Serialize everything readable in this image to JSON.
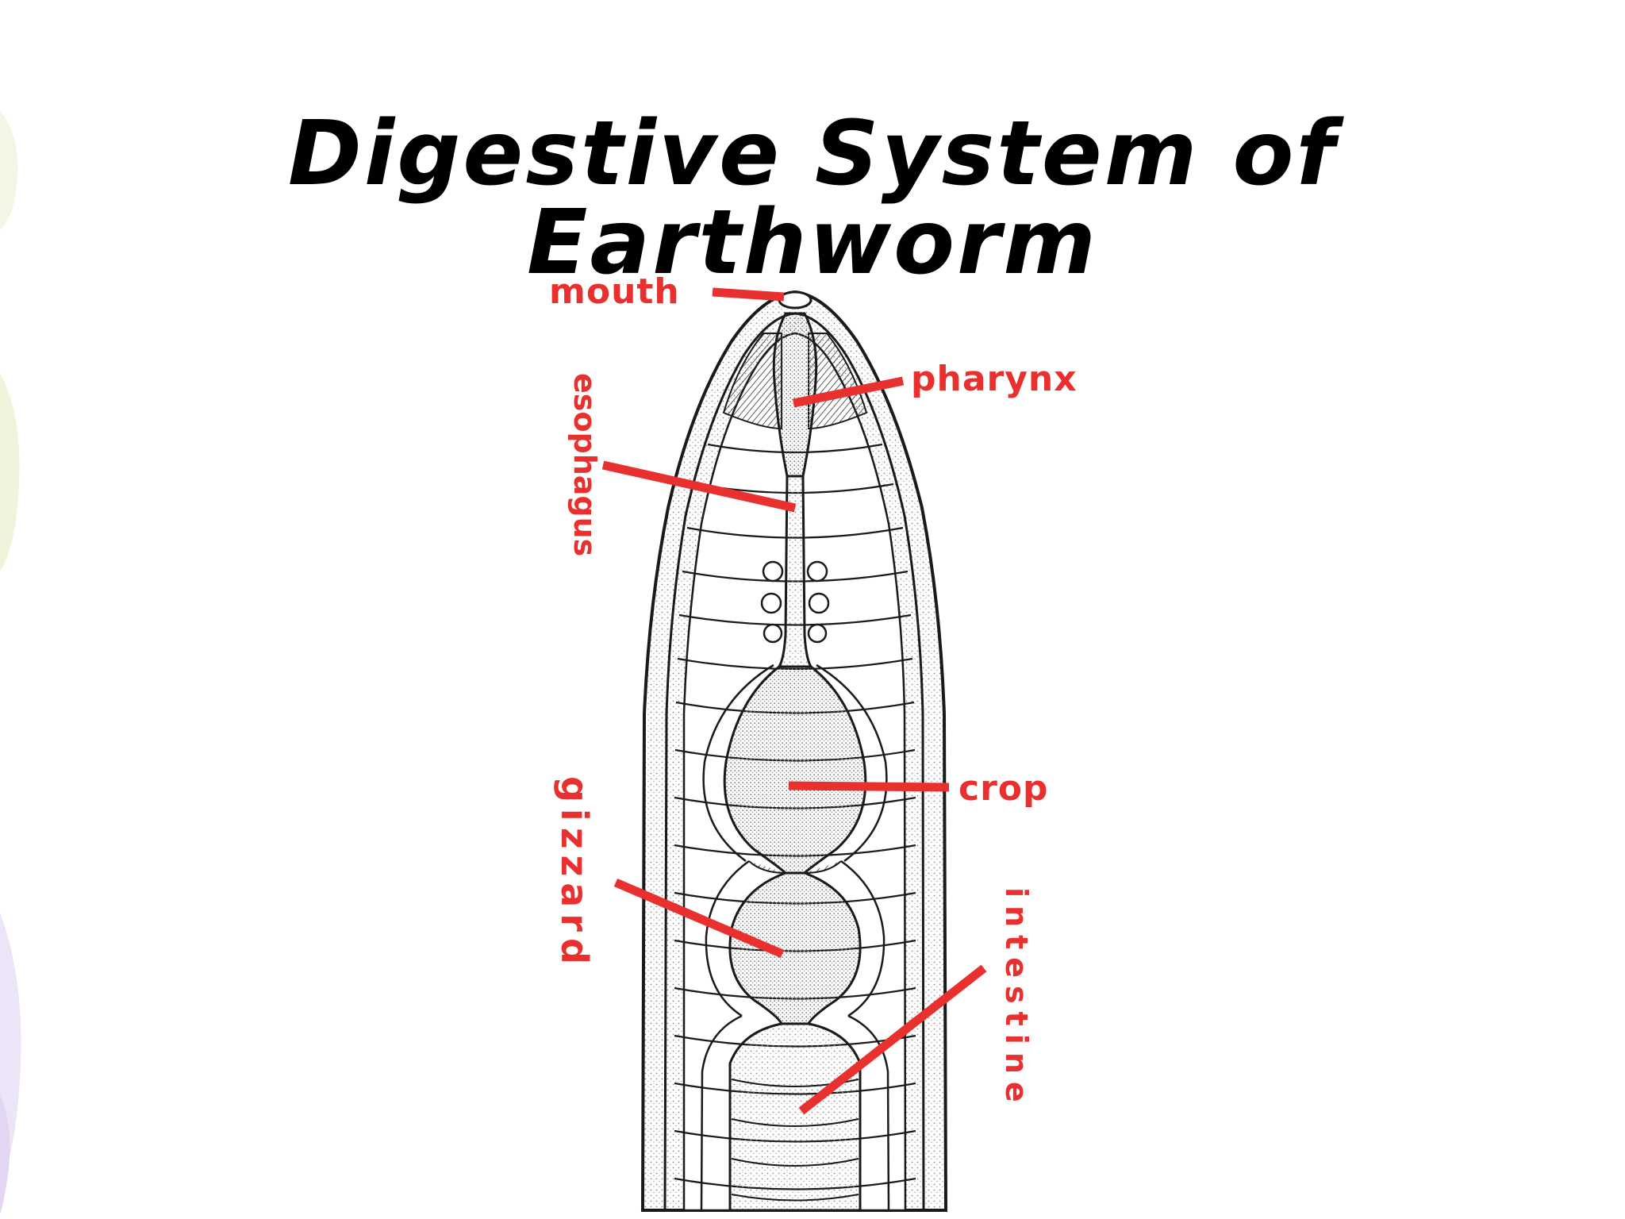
{
  "slide": {
    "title": "Digestive System of Earthworm",
    "colors": {
      "label": "#e8312f",
      "leader_line": "#e8312f",
      "outline": "#1a1a1a",
      "stipple": "#8a8a8a",
      "decoration": "#e9e2f5"
    }
  },
  "labels": {
    "mouth": "mouth",
    "pharynx": "pharynx",
    "esophagus": "esophagus",
    "crop": "crop",
    "gizzard": "gizzard",
    "intestine": "intestine"
  }
}
